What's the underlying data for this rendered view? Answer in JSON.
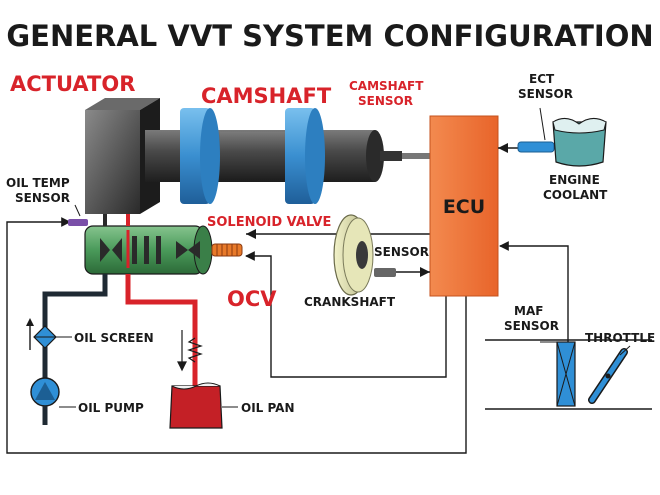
{
  "title": "GENERAL VVT SYSTEM CONFIGURATION",
  "labels": {
    "actuator": "ACTUATOR",
    "camshaft": "CAMSHAFT",
    "camshaft_sensor_1": "CAMSHAFT",
    "camshaft_sensor_2": "SENSOR",
    "ect_sensor_1": "ECT",
    "ect_sensor_2": "SENSOR",
    "engine_coolant_1": "ENGINE",
    "engine_coolant_2": "COOLANT",
    "ecu": "ECU",
    "oil_temp_sensor_1": "OIL TEMP",
    "oil_temp_sensor_2": "SENSOR",
    "solenoid_valve": "SOLENOID VALVE",
    "sensor": "SENSOR",
    "crankshaft": "CRANKSHAFT",
    "ocv": "OCV",
    "oil_screen": "OIL SCREEN",
    "oil_pump": "OIL PUMP",
    "oil_pan": "OIL PAN",
    "maf_sensor_1": "MAF",
    "maf_sensor_2": "SENSOR",
    "throttle": "THROTTLE"
  },
  "colors": {
    "red_label": "#d8232a",
    "ecu_fill": "#f0733a",
    "camshaft_blue": "#3a8fd0",
    "ocv_green": "#4a9a5a",
    "oil_pan_red": "#c42026",
    "sensor_blue": "#2f8fd6"
  }
}
